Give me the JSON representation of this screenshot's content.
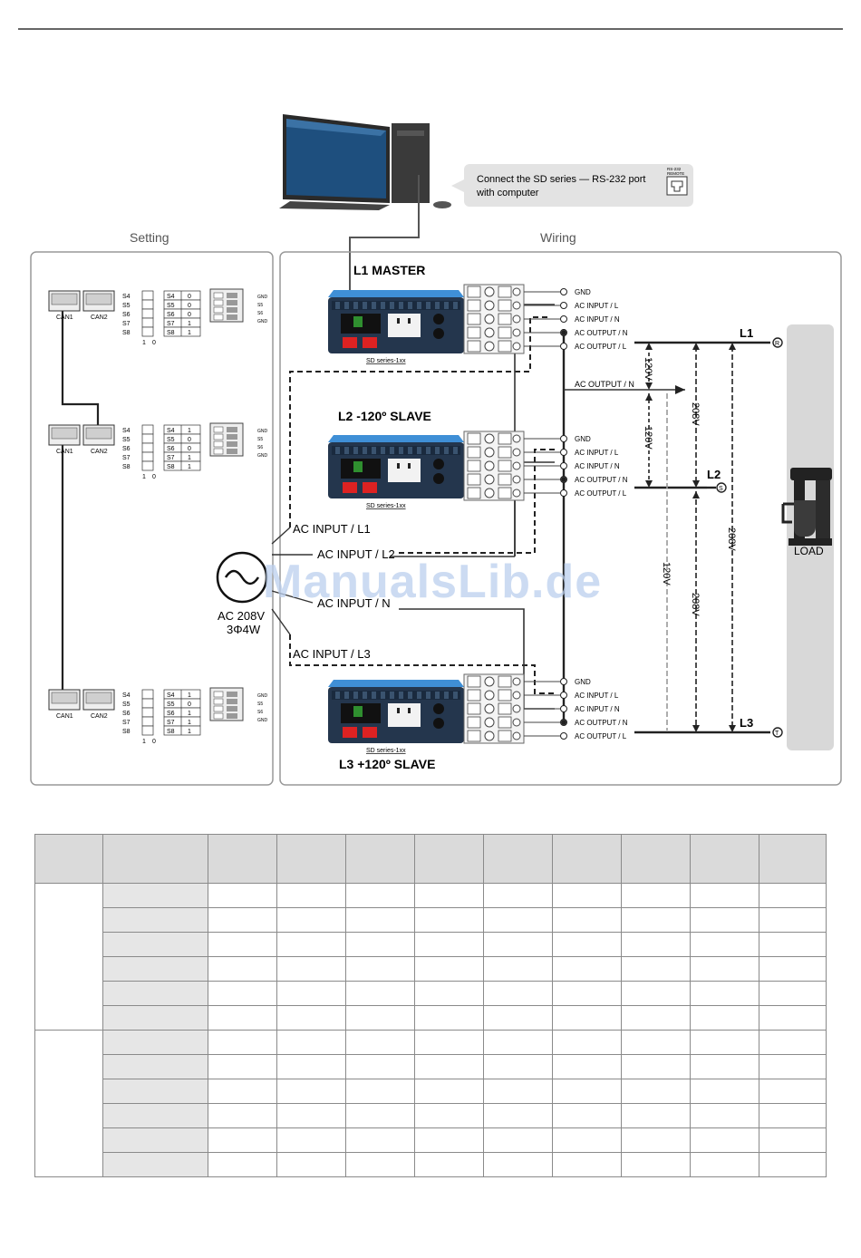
{
  "computer": {
    "callout": [
      "Connect the SD series — RS-232 port",
      "with computer"
    ],
    "port_label": [
      "RS-232",
      "REMOTE"
    ]
  },
  "sections": {
    "setting": "Setting",
    "wiring": "Wiring"
  },
  "units": [
    {
      "title": "L1 MASTER",
      "model": "SD series-1xx"
    },
    {
      "title": "L2 -120º SLAVE",
      "model": "SD series-1xx"
    },
    {
      "title": "L3 +120º SLAVE",
      "model": "SD series-1xx"
    }
  ],
  "can_ports": [
    "CAN1",
    "CAN2"
  ],
  "dip": {
    "labels": [
      "S4",
      "S5",
      "S6",
      "S7",
      "S8"
    ],
    "bottom": [
      "1",
      "0"
    ],
    "values": [
      [
        "0",
        "0",
        "0",
        "1",
        "1"
      ],
      [
        "1",
        "0",
        "0",
        "1",
        "1"
      ],
      [
        "1",
        "0",
        "1",
        "1",
        "1"
      ]
    ]
  },
  "terminal_side": [
    "GND",
    "S5",
    "S6",
    "GND"
  ],
  "terminals": [
    "GND",
    "AC INPUT / L",
    "AC INPUT / N",
    "AC OUTPUT / N",
    "AC OUTPUT / L"
  ],
  "ac_output_n": "AC OUTPUT / N",
  "source": {
    "voltage": "AC 208V",
    "phase": "3Φ4W",
    "inputs": [
      "AC INPUT / L1",
      "AC INPUT / L2",
      "AC INPUT / N",
      "AC INPUT / L3"
    ]
  },
  "phases": [
    {
      "name": "L1",
      "mark": "R"
    },
    {
      "name": "L2",
      "mark": "S"
    },
    {
      "name": "L3",
      "mark": "T"
    }
  ],
  "voltages": {
    "v120": "120V",
    "v208": "208V"
  },
  "load": "LOAD",
  "watermark": "ManualsLib.de",
  "table": {
    "columns": 11,
    "groups": 2,
    "rows_per_group": 6
  }
}
